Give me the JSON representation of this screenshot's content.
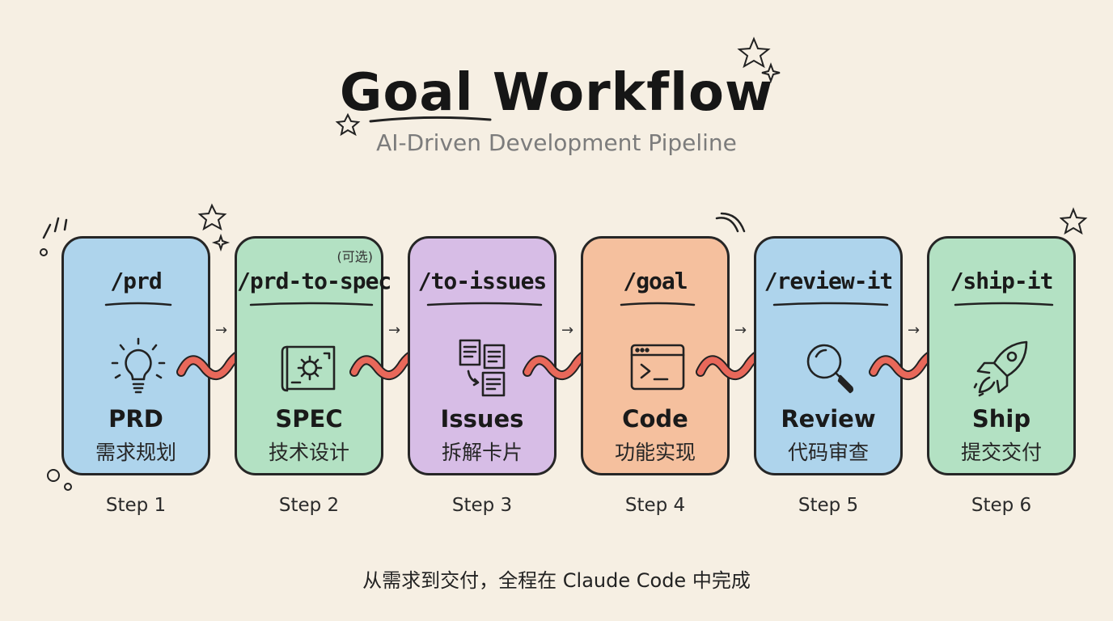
{
  "header": {
    "title": "Goal Workflow",
    "subtitle": "AI-Driven Development Pipeline"
  },
  "steps": [
    {
      "cmd": "/prd",
      "note": "",
      "name": "PRD",
      "zh": "需求规划",
      "step": "Step 1",
      "color": "#aed4ec",
      "icon": "lightbulb-icon"
    },
    {
      "cmd": "/prd-to-spec",
      "note": "(可选)",
      "name": "SPEC",
      "zh": "技术设计",
      "step": "Step 2",
      "color": "#b3e1c3",
      "icon": "blueprint-gear-icon"
    },
    {
      "cmd": "/to-issues",
      "note": "",
      "name": "Issues",
      "zh": "拆解卡片",
      "step": "Step 3",
      "color": "#d7bde6",
      "icon": "issue-cards-icon"
    },
    {
      "cmd": "/goal",
      "note": "",
      "name": "Code",
      "zh": "功能实现",
      "step": "Step 4",
      "color": "#f5c09e",
      "icon": "terminal-icon"
    },
    {
      "cmd": "/review-it",
      "note": "",
      "name": "Review",
      "zh": "代码审查",
      "step": "Step 5",
      "color": "#aed4ec",
      "icon": "magnifier-icon"
    },
    {
      "cmd": "/ship-it",
      "note": "",
      "name": "Ship",
      "zh": "提交交付",
      "step": "Step 6",
      "color": "#b3e1c3",
      "icon": "rocket-icon"
    }
  ],
  "footer": "从需求到交付，全程在 Claude Code 中完成",
  "colors": {
    "arrow": "#e8685a",
    "outline": "#262626",
    "background": "#f6efe3"
  }
}
